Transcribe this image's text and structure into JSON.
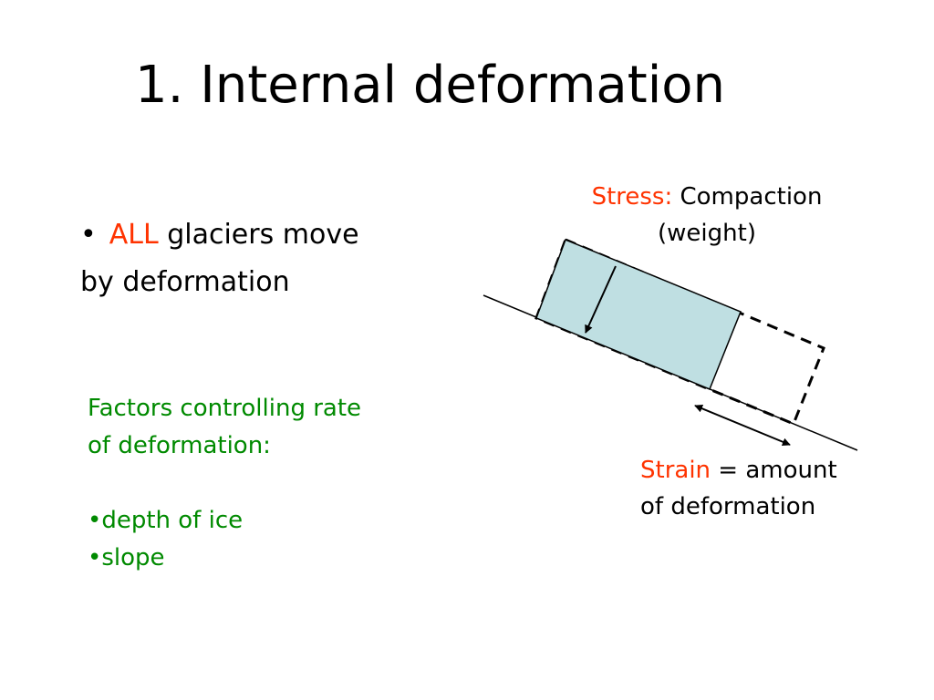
{
  "title": "1. Internal deformation",
  "bullet": {
    "marker": "•",
    "highlight": "ALL",
    "line1_rest": " glaciers move",
    "line2": "by deformation"
  },
  "factors": {
    "heading_line1": "Factors controlling rate",
    "heading_line2": "of deformation:",
    "items": [
      "•depth of ice",
      "•slope"
    ]
  },
  "stress_label": {
    "term": "Stress:",
    "line1_rest": " Compaction",
    "line2": "(weight)"
  },
  "strain_label": {
    "term": "Strain",
    "line1_rest": " =  amount",
    "line2": "of deformation"
  },
  "colors": {
    "accent_red": "#ff3300",
    "accent_green": "#008a00",
    "ice_block_fill": "#bfdfe2"
  }
}
